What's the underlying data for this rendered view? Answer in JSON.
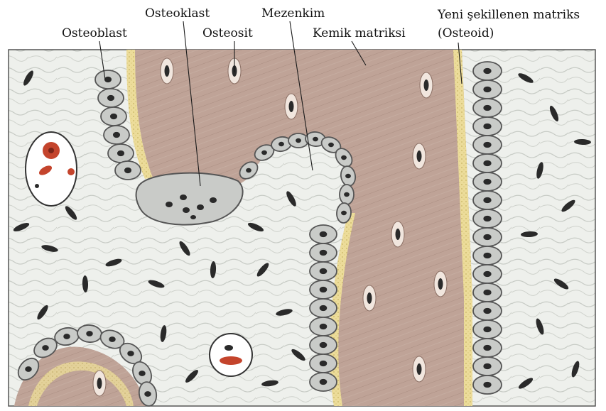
{
  "labels": {
    "osteoblast": "Osteoblast",
    "osteoklast": "Osteoklast",
    "osteosit": "Osteosit",
    "mezenkim": "Mezenkim",
    "kemik_matriksi": "Kemik matriksi",
    "yeni_matriks_line1": "Yeni şekillenen matriks",
    "yeni_matriks_line2": "(Osteoid)"
  },
  "colors": {
    "matrix": "#bfa397",
    "matrix_dark": "#a98b7e",
    "osteoid": "#ecdc9a",
    "mesenchyme": "#eef0ec",
    "mesenchyme_fiber": "#b9bdb8",
    "cell_body": "#c9cbc8",
    "cell_border": "#555555",
    "nucleus": "#2a2a2a",
    "blood": "#c4442c",
    "lacuna": "#f1e6de"
  }
}
